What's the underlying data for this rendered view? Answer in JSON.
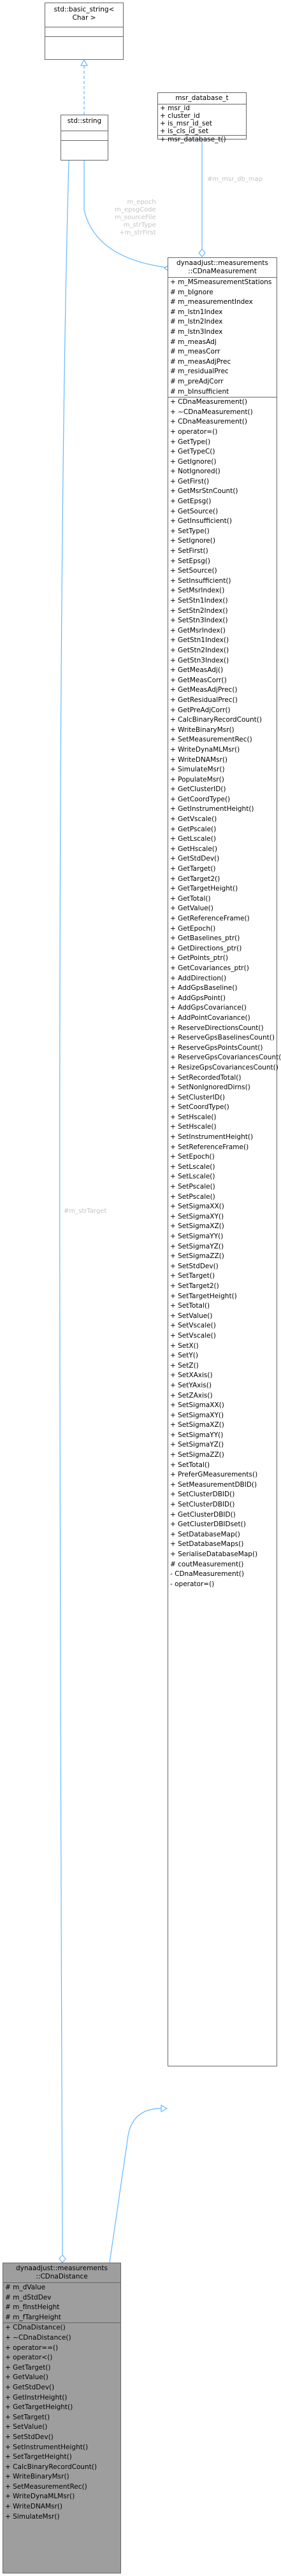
{
  "nodes": {
    "basic_string": {
      "title_lines": [
        "std::basic_string<",
        "Char >"
      ]
    },
    "std_string": {
      "title": "std::string"
    },
    "msr_database_t": {
      "title": "msr_database_t",
      "attributes": [
        "+ msr_id",
        "+ cluster_id",
        "+ is_msr_id_set",
        "+ is_cls_id_set"
      ],
      "methods": [
        "+ msr_database_t()"
      ]
    },
    "cdna_measurement": {
      "title_lines": [
        "dynaadjust::measurements",
        "::CDnaMeasurement"
      ],
      "attributes": [
        "+ m_MSmeasurementStations",
        "# m_bIgnore",
        "# m_measurementIndex",
        "# m_lstn1Index",
        "# m_lstn2Index",
        "# m_lstn3Index",
        "# m_measAdj",
        "# m_measCorr",
        "# m_measAdjPrec",
        "# m_residualPrec",
        "# m_preAdjCorr",
        "# m_bInsufficient"
      ],
      "methods": [
        "+ CDnaMeasurement()",
        "+ ~CDnaMeasurement()",
        "+ CDnaMeasurement()",
        "+ operator=()",
        "+ GetType()",
        "+ GetTypeC()",
        "+ GetIgnore()",
        "+ NotIgnored()",
        "+ GetFirst()",
        "+ GetMsrStnCount()",
        "+ GetEpsg()",
        "+ GetSource()",
        "+ GetInsufficient()",
        "+ SetType()",
        "+ SetIgnore()",
        "+ SetFirst()",
        "+ SetEpsg()",
        "+ SetSource()",
        "+ SetInsufficient()",
        "+ SetMsrIndex()",
        "+ SetStn1Index()",
        "+ SetStn2Index()",
        "+ SetStn3Index()",
        "+ GetMsrIndex()",
        "+ GetStn1Index()",
        "+ GetStn2Index()",
        "+ GetStn3Index()",
        "+ GetMeasAdj()",
        "+ GetMeasCorr()",
        "+ GetMeasAdjPrec()",
        "+ GetResidualPrec()",
        "+ GetPreAdjCorr()",
        "+ CalcBinaryRecordCount()",
        "+ WriteBinaryMsr()",
        "+ SetMeasurementRec()",
        "+ WriteDynaMLMsr()",
        "+ WriteDNAMsr()",
        "+ SimulateMsr()",
        "+ PopulateMsr()",
        "+ GetClusterID()",
        "+ GetCoordType()",
        "+ GetInstrumentHeight()",
        "+ GetVscale()",
        "+ GetPscale()",
        "+ GetLscale()",
        "+ GetHscale()",
        "+ GetStdDev()",
        "+ GetTarget()",
        "+ GetTarget2()",
        "+ GetTargetHeight()",
        "+ GetTotal()",
        "+ GetValue()",
        "+ GetReferenceFrame()",
        "+ GetEpoch()",
        "+ GetBaselines_ptr()",
        "+ GetDirections_ptr()",
        "+ GetPoints_ptr()",
        "+ GetCovariances_ptr()",
        "+ AddDirection()",
        "+ AddGpsBaseline()",
        "+ AddGpsPoint()",
        "+ AddGpsCovariance()",
        "+ AddPointCovariance()",
        "+ ReserveDirectionsCount()",
        "+ ReserveGpsBaselinesCount()",
        "+ ReserveGpsPointsCount()",
        "+ ReserveGpsCovariancesCount()",
        "+ ResizeGpsCovariancesCount()",
        "+ SetRecordedTotal()",
        "+ SetNonIgnoredDirns()",
        "+ SetClusterID()",
        "+ SetCoordType()",
        "+ SetHscale()",
        "+ SetHscale()",
        "+ SetInstrumentHeight()",
        "+ SetReferenceFrame()",
        "+ SetEpoch()",
        "+ SetLscale()",
        "+ SetLscale()",
        "+ SetPscale()",
        "+ SetPscale()",
        "+ SetSigmaXX()",
        "+ SetSigmaXY()",
        "+ SetSigmaXZ()",
        "+ SetSigmaYY()",
        "+ SetSigmaYZ()",
        "+ SetSigmaZZ()",
        "+ SetStdDev()",
        "+ SetTarget()",
        "+ SetTarget2()",
        "+ SetTargetHeight()",
        "+ SetTotal()",
        "+ SetValue()",
        "+ SetVscale()",
        "+ SetVscale()",
        "+ SetX()",
        "+ SetY()",
        "+ SetZ()",
        "+ SetXAxis()",
        "+ SetYAxis()",
        "+ SetZAxis()",
        "+ SetSigmaXX()",
        "+ SetSigmaXY()",
        "+ SetSigmaXZ()",
        "+ SetSigmaYY()",
        "+ SetSigmaYZ()",
        "+ SetSigmaZZ()",
        "+ SetTotal()",
        "+ PreferGMeasurements()",
        "+ SetMeasurementDBID()",
        "+ SetClusterDBID()",
        "+ SetClusterDBID()",
        "+ GetClusterDBID()",
        "+ GetClusterDBIDset()",
        "+ SetDatabaseMap()",
        "+ SetDatabaseMaps()",
        "+ SerialiseDatabaseMap()",
        "# coutMeasurement()",
        "- CDnaMeasurement()",
        "- operator=()"
      ]
    },
    "cdna_distance": {
      "title_lines": [
        "dynaadjust::measurements",
        "::CDnaDistance"
      ],
      "attributes": [
        "# m_dValue",
        "# m_dStdDev",
        "# m_fInstHeight",
        "# m_fTargHeight"
      ],
      "methods": [
        "+ CDnaDistance()",
        "+ ~CDnaDistance()",
        "+ operator==()",
        "+ operator<()",
        "+ GetTarget()",
        "+ GetValue()",
        "+ GetStdDev()",
        "+ GetInstrHeight()",
        "+ GetTargetHeight()",
        "+ SetTarget()",
        "+ SetValue()",
        "+ SetStdDev()",
        "+ SetInstrumentHeight()",
        "+ SetTargetHeight()",
        "+ CalcBinaryRecordCount()",
        "+ WriteBinaryMsr()",
        "+ SetMeasurementRec()",
        "+ WriteDynaMLMsr()",
        "+ WriteDNAMsr()",
        "+ SimulateMsr()"
      ]
    }
  },
  "edge_labels": {
    "string_to_measurement": [
      "m_epoch",
      "m_epsgCode",
      "m_sourceFile",
      "m_strType",
      "+m_strFirst"
    ],
    "msr_to_measurement": [
      "#m_msr_db_map"
    ],
    "string_to_distance": [
      "#m_strTarget"
    ]
  },
  "colors": {
    "edge": "#63b8ff",
    "border": "#666666",
    "dark_box": "#9e9e9e",
    "label": "#c4c4c4"
  }
}
